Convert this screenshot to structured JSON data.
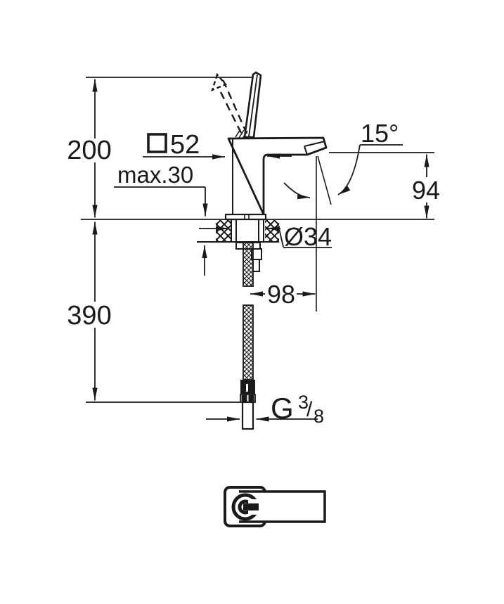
{
  "drawing": {
    "type": "technical-dimension-drawing",
    "subject": "single-lever basin mixer, side elevation with mounting hose",
    "colors": {
      "line": "#1a1a1a",
      "background": "#ffffff"
    },
    "labels": {
      "overall_height": "200",
      "max_deck_thickness": "max.30",
      "body_square_symbol": "□",
      "body_square": "52",
      "spout_angle": "15°",
      "outlet_height": "94",
      "hole_diameter": "Ø34",
      "spout_projection": "98",
      "hose_length": "390",
      "thread": {
        "prefix": "G",
        "numerator": "3",
        "separator": "/",
        "denominator": "8"
      }
    },
    "logo": "grohe-emblem"
  }
}
